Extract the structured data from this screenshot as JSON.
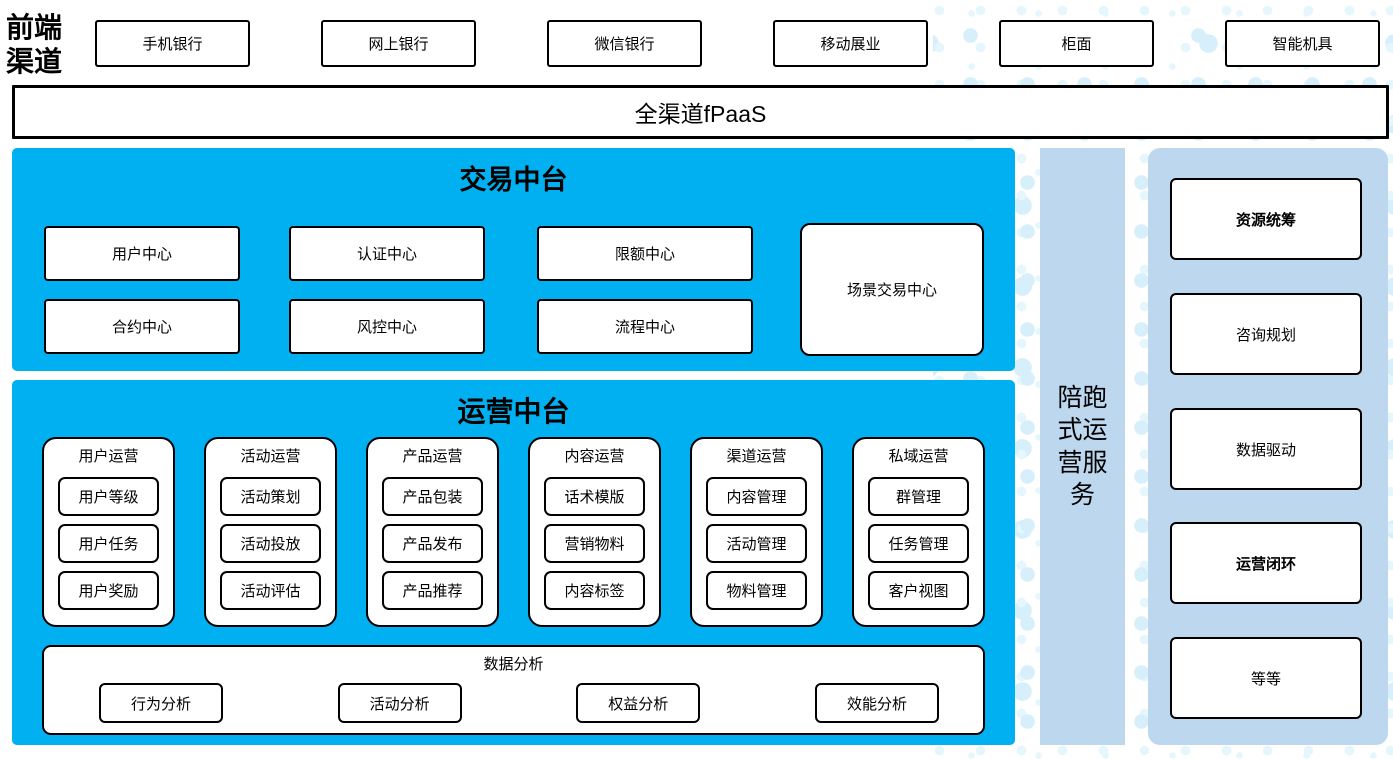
{
  "colors": {
    "mid_blue": "#00B0F0",
    "light_blue": "#BDD7EE",
    "dot": "#D7EFFA",
    "dot_light": "#E6F6FD",
    "border": "#000000"
  },
  "frontend": {
    "label": "前端渠道",
    "channels": [
      "手机银行",
      "网上银行",
      "微信银行",
      "移动展业",
      "柜面",
      "智能机具"
    ]
  },
  "fpaas_bar": {
    "label": "全渠道fPaaS"
  },
  "transaction_platform": {
    "title": "交易中台",
    "centers_row1": [
      "用户中心",
      "认证中心",
      "限额中心"
    ],
    "centers_row2": [
      "合约中心",
      "风控中心",
      "流程中心"
    ],
    "scene_center": "场景交易中心"
  },
  "operation_platform": {
    "title": "运营中台",
    "columns": [
      {
        "header": "用户运营",
        "items": [
          "用户等级",
          "用户任务",
          "用户奖励"
        ]
      },
      {
        "header": "活动运营",
        "items": [
          "活动策划",
          "活动投放",
          "活动评估"
        ]
      },
      {
        "header": "产品运营",
        "items": [
          "产品包装",
          "产品发布",
          "产品推荐"
        ]
      },
      {
        "header": "内容运营",
        "items": [
          "话术模版",
          "营销物料",
          "内容标签"
        ]
      },
      {
        "header": "渠道运营",
        "items": [
          "内容管理",
          "活动管理",
          "物料管理"
        ]
      },
      {
        "header": "私域运营",
        "items": [
          "群管理",
          "任务管理",
          "客户视图"
        ]
      }
    ],
    "data_analysis": {
      "title": "数据分析",
      "items": [
        "行为分析",
        "活动分析",
        "权益分析",
        "效能分析"
      ]
    }
  },
  "companion_service": {
    "label": "陪跑式运营服务"
  },
  "service_panel": {
    "items": [
      {
        "label": "资源统筹",
        "bold": true
      },
      {
        "label": "咨询规划",
        "bold": false
      },
      {
        "label": "数据驱动",
        "bold": false
      },
      {
        "label": "运营闭环",
        "bold": true
      },
      {
        "label": "等等",
        "bold": false
      }
    ]
  }
}
